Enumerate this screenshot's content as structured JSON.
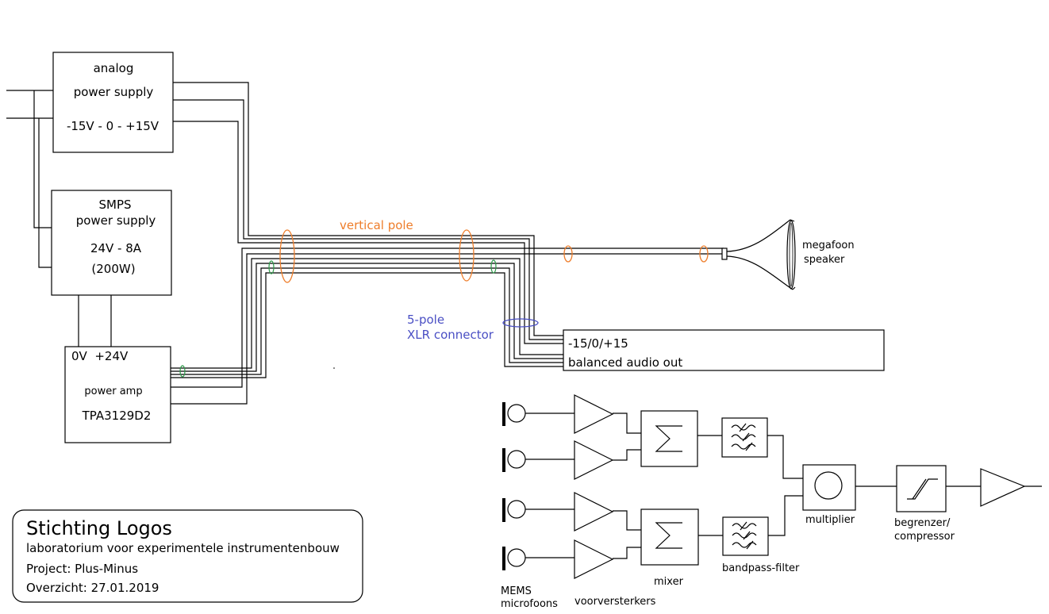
{
  "boxes": {
    "analog_line1": "analog",
    "analog_line2": "power supply",
    "analog_line3": "-15V - 0 - +15V",
    "smps_line1": "SMPS",
    "smps_line2": "power supply",
    "smps_line3": "24V - 8A",
    "smps_line4": "(200W)",
    "amp_line1": "0V  +24V",
    "amp_line2": "power amp",
    "amp_line3": "TPA3129D2",
    "out_line1": "-15/0/+15",
    "out_line2": "balanced audio out"
  },
  "annotations": {
    "vertical_pole": "vertical pole",
    "xlr_line1": "5-pole",
    "xlr_line2": "XLR connector",
    "speaker_line1": "megafoon",
    "speaker_line2": "speaker"
  },
  "chain_labels": {
    "mics_line1": "MEMS",
    "mics_line2": "microfoons",
    "preamps": "voorversterkers",
    "mixer": "mixer",
    "bandpass": "bandpass-filter",
    "multiplier": "multiplier",
    "limiter_line1": "begrenzer/",
    "limiter_line2": "compressor"
  },
  "title_block": {
    "title": "Stichting Logos",
    "subtitle": "laboratorium voor experimentele instrumentenbouw",
    "project": "Project: Plus-Minus",
    "overview": "Overzicht: 27.01.2019"
  },
  "colors": {
    "orange": "#ee7d2a",
    "blue": "#4a4fc4",
    "green": "#2e9a4a"
  }
}
